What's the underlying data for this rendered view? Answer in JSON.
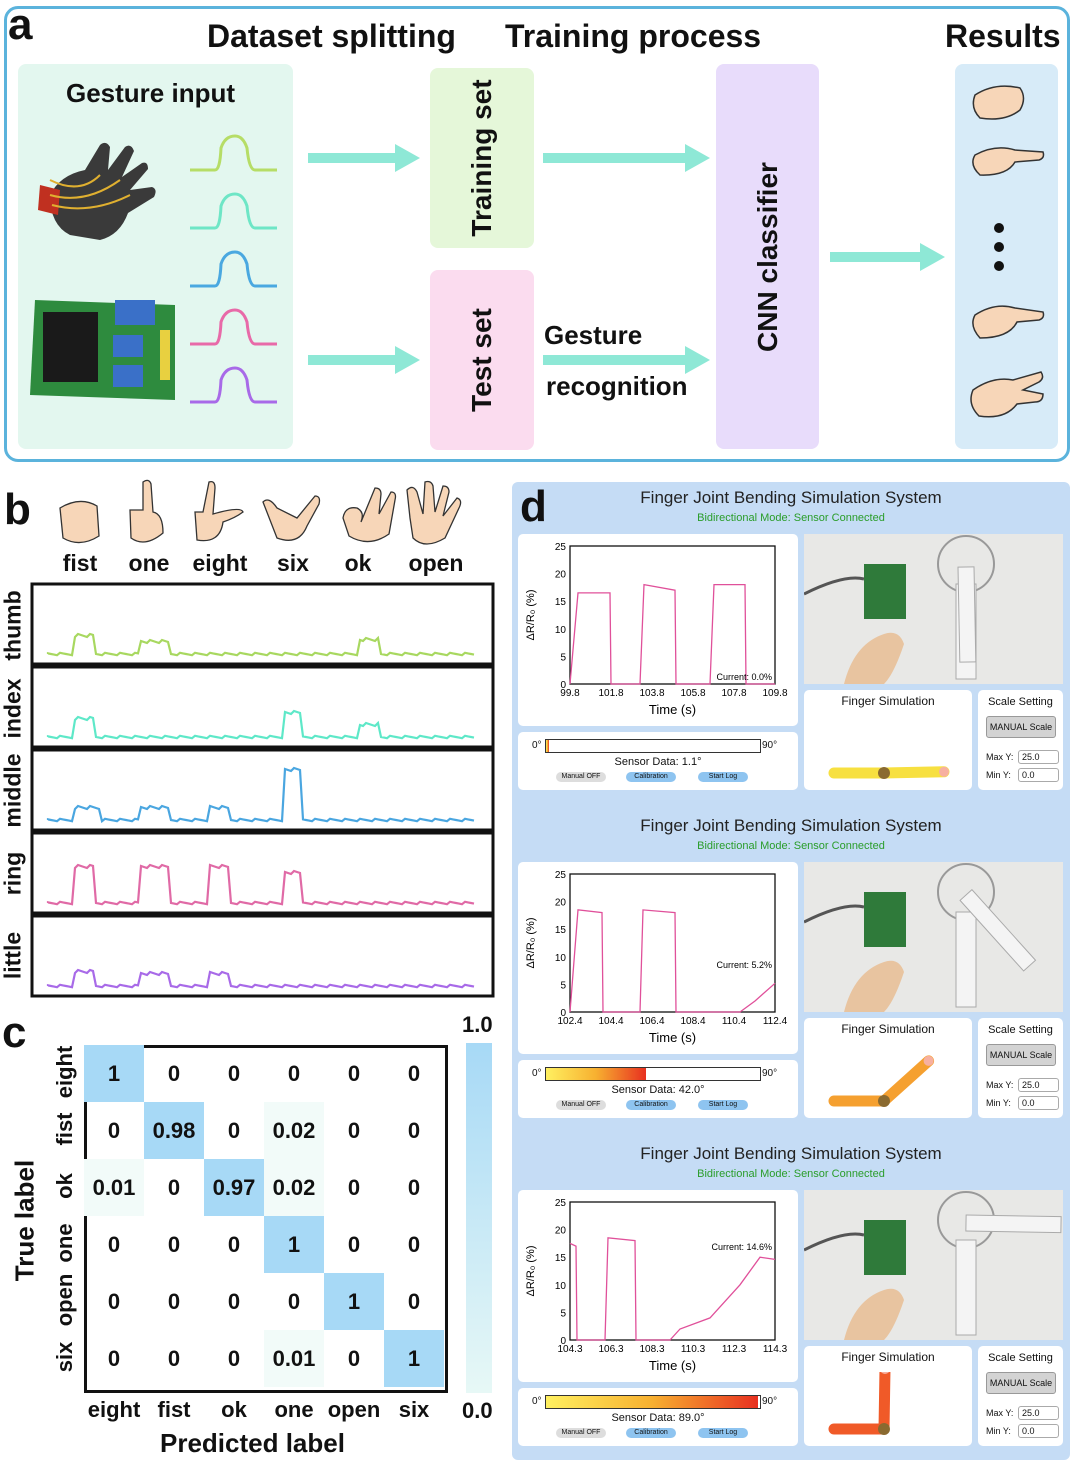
{
  "panel_a": {
    "label": "a",
    "headers": {
      "splitting": "Dataset splitting",
      "training": "Training process",
      "results": "Results"
    },
    "gesture_input": "Gesture input",
    "training_set": "Training set",
    "test_set": "Test set",
    "gesture_recognition_1": "Gesture",
    "gesture_recognition_2": "recognition",
    "cnn": "CNN classifier",
    "signal_colors": [
      "#b6dd66",
      "#6ee6c6",
      "#4aa8e0",
      "#e86aa8",
      "#a86ae8"
    ]
  },
  "panel_b": {
    "label": "b",
    "gestures": [
      "fist",
      "one",
      "eight",
      "six",
      "ok",
      "open"
    ],
    "fingers": [
      "thumb",
      "index",
      "middle",
      "ring",
      "little"
    ],
    "colors": [
      "#a8d860",
      "#5ee8c8",
      "#4aa6e0",
      "#e06aa6",
      "#a86ae8"
    ]
  },
  "panel_c": {
    "label": "c",
    "true_axis": "True label",
    "pred_axis": "Predicted label",
    "rows": [
      "eight",
      "fist",
      "ok",
      "one",
      "open",
      "six"
    ],
    "cols": [
      "eight",
      "fist",
      "ok",
      "one",
      "open",
      "six"
    ],
    "matrix": [
      [
        "1",
        "0",
        "0",
        "0",
        "0",
        "0"
      ],
      [
        "0",
        "0.98",
        "0",
        "0.02",
        "0",
        "0"
      ],
      [
        "0.01",
        "0",
        "0.97",
        "0.02",
        "0",
        "0"
      ],
      [
        "0",
        "0",
        "0",
        "1",
        "0",
        "0"
      ],
      [
        "0",
        "0",
        "0",
        "0",
        "1",
        "0"
      ],
      [
        "0",
        "0",
        "0",
        "0.01",
        "0",
        "1"
      ]
    ],
    "scale_max": "1.0",
    "scale_min": "0.0"
  },
  "panel_d": {
    "label": "d",
    "title": "Finger Joint Bending Simulation System",
    "subtitle": "Bidirectional Mode: Sensor Connected",
    "ylabel": "ΔR/R₀ (%)",
    "xlabel": "Time (s)",
    "finger_sim": "Finger Simulation",
    "scale_setting": "Scale Setting",
    "manual_scale": "MANUAL Scale",
    "max_label": "Max Y:",
    "max_val": "25.0",
    "min_label": "Min Y:",
    "min_val": "0.0",
    "deg0": "0°",
    "deg90": "90°",
    "btn_manual": "Manual OFF",
    "btn_cal": "Calibration",
    "btn_log": "Start Log",
    "yticks": [
      "25",
      "20",
      "15",
      "10",
      "5",
      "0"
    ],
    "blocks": [
      {
        "xticks": [
          "99.8",
          "101.8",
          "103.8",
          "105.8",
          "107.8",
          "109.8"
        ],
        "current": "Current: 0.0%",
        "sensor": "Sensor Data: 1.1°",
        "angle": 1.1
      },
      {
        "xticks": [
          "102.4",
          "104.4",
          "106.4",
          "108.4",
          "110.4",
          "112.4"
        ],
        "current": "Current: 5.2%",
        "sensor": "Sensor Data: 42.0°",
        "angle": 42.0
      },
      {
        "xticks": [
          "104.3",
          "106.3",
          "108.3",
          "110.3",
          "112.3",
          "114.3"
        ],
        "current": "Current: 14.6%",
        "sensor": "Sensor Data: 89.0°",
        "angle": 89.0
      }
    ]
  }
}
